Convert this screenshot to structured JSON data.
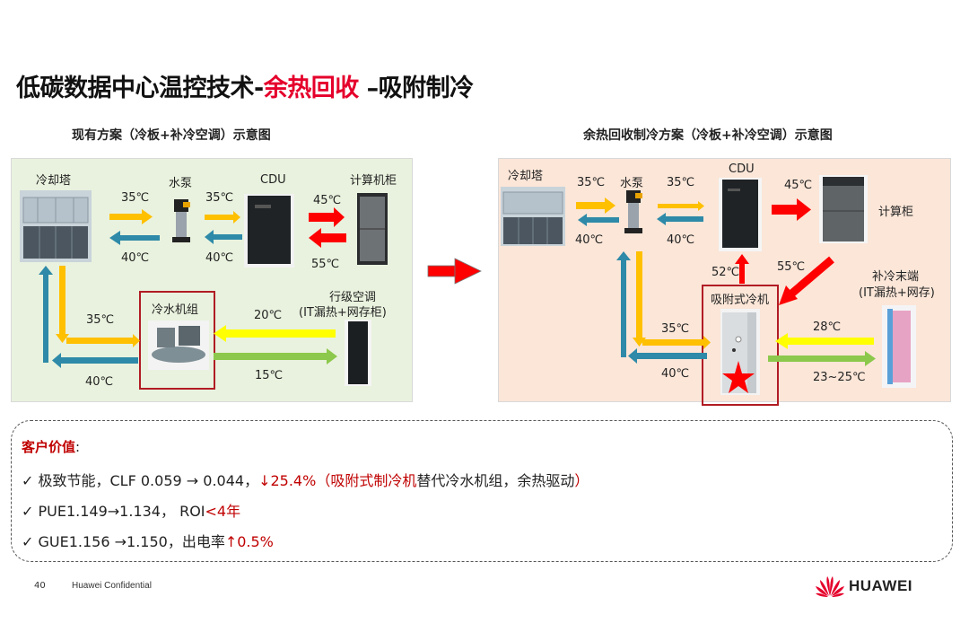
{
  "title": {
    "part1": "低碳数据中心温控技术-",
    "part2": "余热回收",
    "part3": " –吸附制冷"
  },
  "left_diagram": {
    "subtitle": "现有方案（冷板+补冷空调）示意图",
    "labels": {
      "cooling_tower": "冷却塔",
      "pump": "水泵",
      "cdu": "CDU",
      "rack": "计算机柜",
      "chiller": "冷水机组",
      "row_ac_line1": "行级空调",
      "row_ac_line2": "(IT漏热+网存柜)"
    },
    "temps": {
      "tower_to_pump": "35℃",
      "pump_to_tower": "40℃",
      "pump_to_cdu": "35℃",
      "cdu_to_pump": "40℃",
      "cdu_to_rack": "45℃",
      "rack_to_cdu": "55℃",
      "tower_to_chiller": "35℃",
      "chiller_to_tower": "40℃",
      "ac_to_chiller": "20℃",
      "chiller_to_ac": "15℃"
    }
  },
  "right_diagram": {
    "subtitle": "余热回收制冷方案（冷板+补冷空调）示意图",
    "labels": {
      "cooling_tower": "冷却塔",
      "pump": "水泵",
      "cdu": "CDU",
      "rack": "计算柜",
      "adsorption_chiller": "吸附式冷机",
      "terminal_line1": "补冷末端",
      "terminal_line2": "(IT漏热+网存)"
    },
    "temps": {
      "tower_to_pump": "35℃",
      "pump_to_tower": "40℃",
      "pump_to_cdu": "35℃",
      "cdu_to_pump": "40℃",
      "cdu_to_rack": "45℃",
      "chiller_to_cdu": "52℃",
      "rack_to_chiller": "55℃",
      "tower_to_chiller": "35℃",
      "chiller_to_tower": "40℃",
      "terminal_to_chiller": "28℃",
      "chiller_to_terminal": "23~25℃"
    }
  },
  "customer_value": {
    "title": "客户价值",
    "colon": ":",
    "items": [
      {
        "check": "✓",
        "text1": "极致节能，CLF 0.059 → 0.044，",
        "red1": "↓25.4%（吸附式制冷机",
        "text2": "替代冷水机组，余热驱动",
        "red2": "）"
      },
      {
        "check": "✓",
        "text1": "PUE1.149→1.134， ROI",
        "red1": "<4年"
      },
      {
        "check": "✓",
        "text1": "GUE1.156 →1.150，出电率",
        "red1": "↑0.5%"
      }
    ]
  },
  "footer": {
    "page_number": "40",
    "confidential": "Huawei Confidential",
    "brand": "HUAWEI"
  },
  "colors": {
    "accent_red": "#e5002b",
    "dark_red": "#c00000",
    "warm_arrow": "#ffc000",
    "cool_arrow": "#2e8aa8",
    "hot_arrow": "#ff0000",
    "yellow_arrow": "#ffff00",
    "green_arrow": "#8cc84b",
    "left_panel_bg": "#e9f2de",
    "right_panel_bg": "#fbe6d8"
  }
}
